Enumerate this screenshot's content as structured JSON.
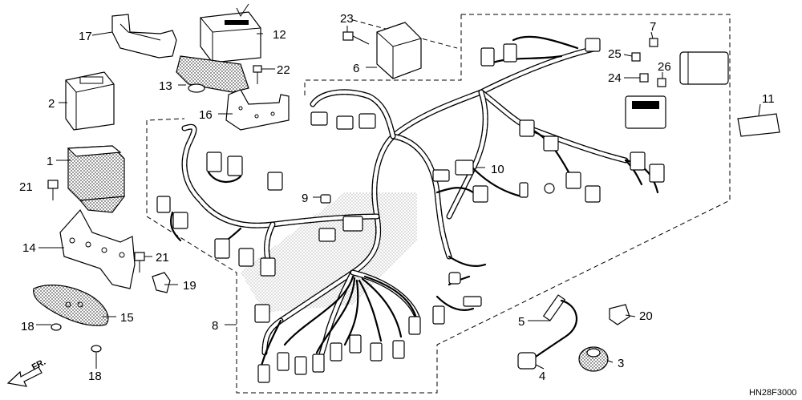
{
  "diagram_code": "HN28F3000",
  "direction_label": "FR.",
  "callouts": [
    {
      "id": "c1",
      "text": "1"
    },
    {
      "id": "c2",
      "text": "2"
    },
    {
      "id": "c3",
      "text": "3"
    },
    {
      "id": "c4",
      "text": "4"
    },
    {
      "id": "c5",
      "text": "5"
    },
    {
      "id": "c6",
      "text": "6"
    },
    {
      "id": "c7",
      "text": "7"
    },
    {
      "id": "c8",
      "text": "8"
    },
    {
      "id": "c9",
      "text": "9"
    },
    {
      "id": "c10",
      "text": "10"
    },
    {
      "id": "c11",
      "text": "11"
    },
    {
      "id": "c12",
      "text": "12"
    },
    {
      "id": "c13",
      "text": "13"
    },
    {
      "id": "c14",
      "text": "14"
    },
    {
      "id": "c15",
      "text": "15"
    },
    {
      "id": "c16",
      "text": "16"
    },
    {
      "id": "c17",
      "text": "17"
    },
    {
      "id": "c18a",
      "text": "18"
    },
    {
      "id": "c18b",
      "text": "18"
    },
    {
      "id": "c19",
      "text": "19"
    },
    {
      "id": "c20",
      "text": "20"
    },
    {
      "id": "c21a",
      "text": "21"
    },
    {
      "id": "c21b",
      "text": "21"
    },
    {
      "id": "c22",
      "text": "22"
    },
    {
      "id": "c23",
      "text": "23"
    },
    {
      "id": "c24",
      "text": "24"
    },
    {
      "id": "c25",
      "text": "25"
    },
    {
      "id": "c26",
      "text": "26"
    }
  ]
}
